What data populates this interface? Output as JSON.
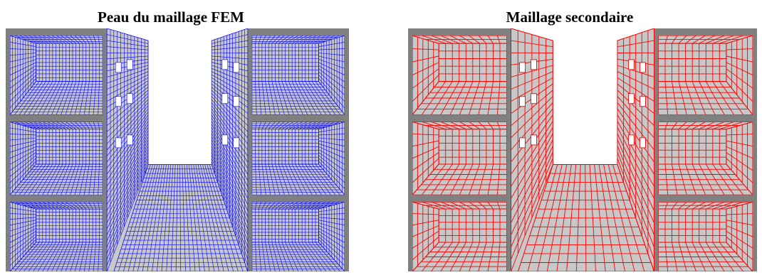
{
  "panels": [
    {
      "title": "Peau du maillage FEM",
      "line_color": "#0000ff",
      "density": "fine"
    },
    {
      "title": "Maillage secondaire",
      "line_color": "#ff0000",
      "density": "coarse"
    }
  ],
  "colors": {
    "background": "#ffffff",
    "wall_fill": "#c8c8c8",
    "slab_edge": "#808080"
  }
}
